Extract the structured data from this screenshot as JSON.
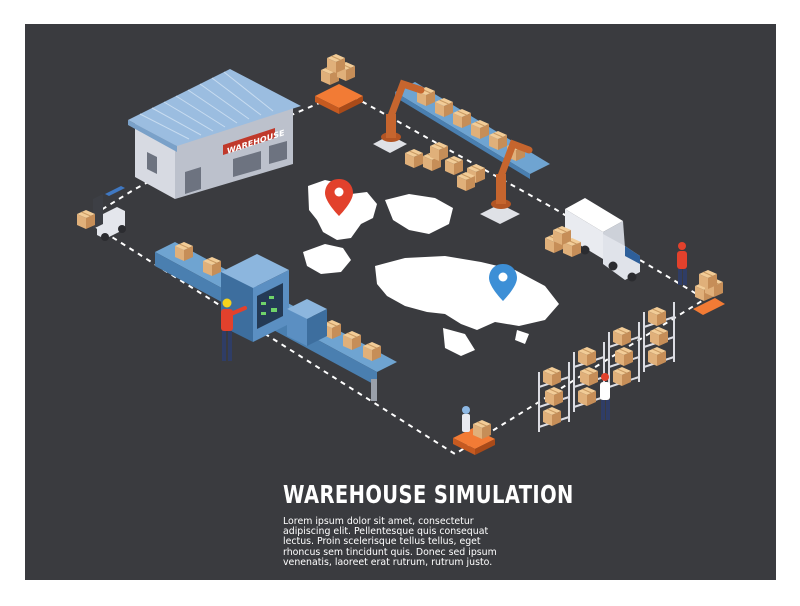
{
  "title": "WAREHOUSE SIMULATION",
  "warehouse_sign": "WAREHOUSE",
  "description_lines": [
    "Lorem ipsum dolor sit amet, consectetur",
    "adipiscing elit. Pellentesque quis consequat",
    "lectus. Proin scelerisque tellus tellus, eget",
    "rhoncus sem tincidunt quis. Donec sed ipsum",
    "venenatis, laoreet erat rutrum, rutrum justo."
  ],
  "colors": {
    "background": "#3a3b3f",
    "box": "#e0b07a",
    "warehouse_roof": "#9bbde0",
    "warehouse_sign": "#c0392b",
    "pin_red": "#e2412c",
    "pin_blue": "#3d8fd6",
    "robot_arm": "#c6652e",
    "conveyor": "#6fa4d1",
    "cart": "#e06a2a"
  },
  "icons": [
    "warehouse-icon",
    "forklift-icon",
    "delivery-robot-icon",
    "robot-arm-icon",
    "truck-icon",
    "world-map-icon",
    "location-pin-icon",
    "storage-rack-icon",
    "worker-icon",
    "control-panel-icon",
    "conveyor-icon"
  ]
}
